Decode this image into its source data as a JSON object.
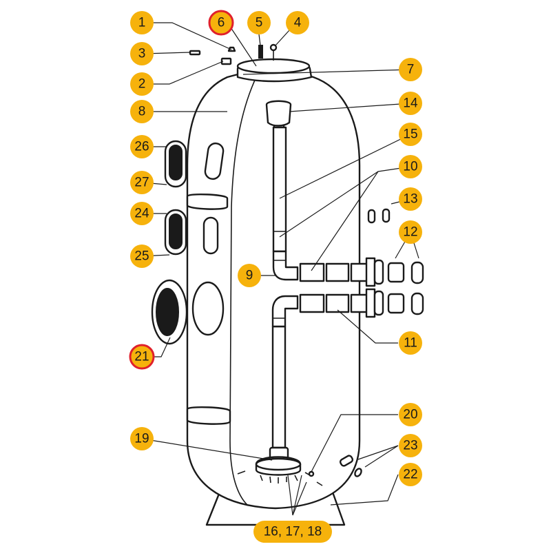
{
  "colors": {
    "badge_fill": "#f6b20c",
    "highlight_ring": "#e0202b",
    "outline": "#1a1a1a"
  },
  "callouts": {
    "c1": "1",
    "c2": "2",
    "c3": "3",
    "c4": "4",
    "c5": "5",
    "c6": "6",
    "c7": "7",
    "c8": "8",
    "c9": "9",
    "c10": "10",
    "c11": "11",
    "c12": "12",
    "c13": "13",
    "c14": "14",
    "c15": "15",
    "c16_18": "16, 17, 18",
    "c19": "19",
    "c20": "20",
    "c21": "21",
    "c22": "22",
    "c23": "23",
    "c24": "24",
    "c25": "25",
    "c26": "26",
    "c27": "27"
  }
}
